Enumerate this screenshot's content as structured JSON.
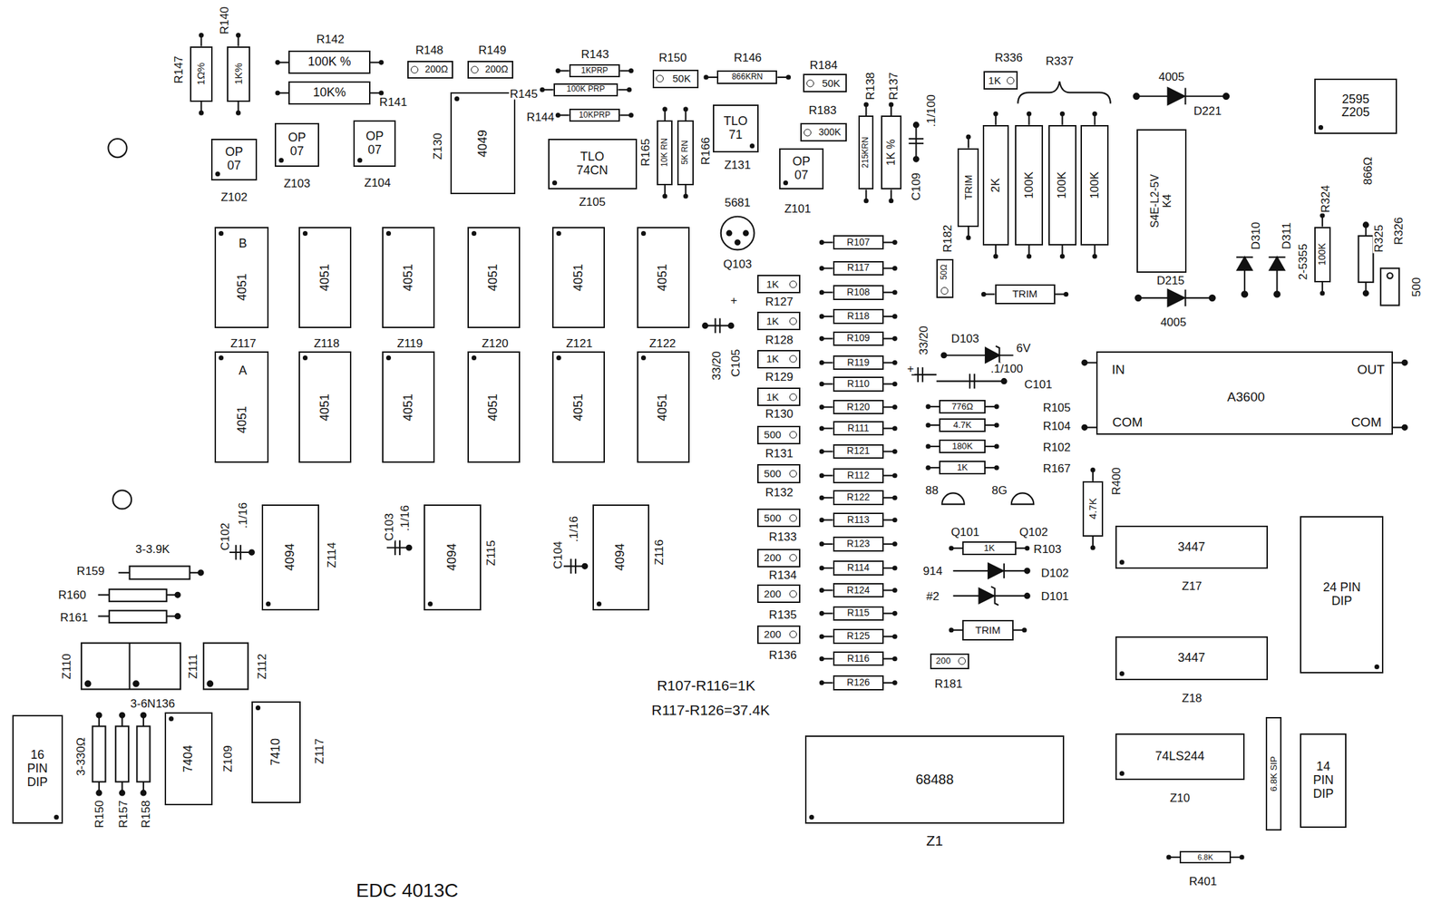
{
  "diagram": {
    "nodes": [
      {
        "text": [
          "1Ω%"
        ]
      },
      {
        "text": [
          "1K%"
        ]
      },
      {
        "text": [
          "100K %"
        ]
      },
      {
        "text": [
          "10K%"
        ]
      },
      {
        "text": [
          "200Ω"
        ]
      },
      {
        "text": [
          "200Ω"
        ]
      },
      {
        "text": [
          "1KPRP"
        ]
      },
      {
        "text": [
          "100K PRP"
        ]
      },
      {
        "text": [
          "10KPRP"
        ]
      },
      {
        "text": [
          "50K"
        ]
      },
      {
        "text": [
          "866KRN"
        ]
      },
      {
        "text": [
          "50K"
        ]
      },
      {
        "text": [
          "300K"
        ]
      },
      {
        "text": [
          "215KRN"
        ]
      },
      {
        "text": [
          "1K %"
        ]
      },
      {
        "text": [
          "1K"
        ]
      },
      {
        "text": [
          "TRIM"
        ]
      },
      {
        "text": [
          "2K"
        ]
      },
      {
        "text": [
          "100K"
        ]
      },
      {
        "text": [
          "100K"
        ]
      },
      {
        "text": [
          "100K"
        ]
      },
      {
        "text": [
          "S4E-L2-5V",
          "K4"
        ]
      },
      {
        "text": [
          "2595",
          "Z205"
        ]
      },
      {
        "text": [
          "100K"
        ]
      },
      {
        "text": [
          "OP 07"
        ]
      },
      {
        "text": [
          "OP 07"
        ]
      },
      {
        "text": [
          "OP 07"
        ]
      },
      {
        "text": [
          "4049"
        ]
      },
      {
        "text": [
          "TLO 74CN"
        ]
      },
      {
        "text": [
          "10K RN"
        ]
      },
      {
        "text": [
          "5K RN"
        ]
      },
      {
        "text": [
          "TLO 71"
        ]
      },
      {
        "text": [
          "OP 07"
        ]
      },
      {
        "text": [
          "B",
          "4051"
        ]
      },
      {
        "text": [
          "4051"
        ]
      },
      {
        "text": [
          "4051"
        ]
      },
      {
        "text": [
          "4051"
        ]
      },
      {
        "text": [
          "4051"
        ]
      },
      {
        "text": [
          "4051"
        ]
      },
      {
        "text": [
          "A",
          "4051"
        ]
      },
      {
        "text": [
          "4051"
        ]
      },
      {
        "text": [
          "4051"
        ]
      },
      {
        "text": [
          "4051"
        ]
      },
      {
        "text": [
          "4051"
        ]
      },
      {
        "text": [
          "4051"
        ]
      },
      {
        "text": [
          "4094"
        ]
      },
      {
        "text": [
          "4094"
        ]
      },
      {
        "text": [
          "4094"
        ]
      },
      {
        "text": [
          "16 PIN DIP"
        ]
      },
      {
        "text": [
          "7404"
        ]
      },
      {
        "text": [
          "7410"
        ]
      },
      {
        "text": [
          "R107"
        ]
      },
      {
        "text": [
          "R117"
        ]
      },
      {
        "text": [
          "R108"
        ]
      },
      {
        "text": [
          "R118"
        ]
      },
      {
        "text": [
          "R109"
        ]
      },
      {
        "text": [
          "R119"
        ]
      },
      {
        "text": [
          "R110"
        ]
      },
      {
        "text": [
          "R120"
        ]
      },
      {
        "text": [
          "R111"
        ]
      },
      {
        "text": [
          "R121"
        ]
      },
      {
        "text": [
          "R112"
        ]
      },
      {
        "text": [
          "R122"
        ]
      },
      {
        "text": [
          "R113"
        ]
      },
      {
        "text": [
          "R123"
        ]
      },
      {
        "text": [
          "R114"
        ]
      },
      {
        "text": [
          "R124"
        ]
      },
      {
        "text": [
          "R115"
        ]
      },
      {
        "text": [
          "R125"
        ]
      },
      {
        "text": [
          "R116"
        ]
      },
      {
        "text": [
          "R126"
        ]
      },
      {
        "text": [
          "1K"
        ]
      },
      {
        "text": [
          "1K"
        ]
      },
      {
        "text": [
          "1K"
        ]
      },
      {
        "text": [
          "1K"
        ]
      },
      {
        "text": [
          "500"
        ]
      },
      {
        "text": [
          "500"
        ]
      },
      {
        "text": [
          "500"
        ]
      },
      {
        "text": [
          "200"
        ]
      },
      {
        "text": [
          "200"
        ]
      },
      {
        "text": [
          "200"
        ]
      },
      {
        "text": [
          "776Ω"
        ]
      },
      {
        "text": [
          "4.7K"
        ]
      },
      {
        "text": [
          "180K"
        ]
      },
      {
        "text": [
          "1K"
        ]
      },
      {
        "text": [
          "50Ω"
        ]
      },
      {
        "text": [
          "TRIM"
        ]
      },
      {
        "text": [
          "1K"
        ]
      },
      {
        "text": [
          "TRIM"
        ]
      },
      {
        "text": [
          "200"
        ]
      },
      {
        "text": [
          "4.7K"
        ]
      },
      {
        "text": [
          "IN",
          "OUT",
          "A3600",
          "COM",
          "COM"
        ]
      },
      {
        "text": [
          "3447"
        ]
      },
      {
        "text": [
          "3447"
        ]
      },
      {
        "text": [
          "24 PIN DIP"
        ]
      },
      {
        "text": [
          "74LS244"
        ]
      },
      {
        "text": [
          "6.8K SIP"
        ]
      },
      {
        "text": [
          "14 PIN DIP"
        ]
      },
      {
        "text": [
          "6.8K"
        ]
      },
      {
        "text": [
          "68488"
        ]
      }
    ],
    "labels": [
      "R147",
      "R140",
      "R142",
      "R141",
      "R148",
      "R149",
      "R143",
      "R145",
      "R144",
      "R150",
      "R146",
      "R184",
      "R183",
      "R138",
      "R137",
      ".1/100",
      "C109",
      "R336",
      "R337",
      "4005",
      "D221",
      "R324",
      "866Ω",
      "R325",
      "R326",
      "500",
      "D310",
      "D311",
      "2-5355",
      "D215",
      "4005",
      "Z102",
      "Z103",
      "Z104",
      "Z130",
      "Z105",
      "R165",
      "R166",
      "Z131",
      "Z101",
      "5681",
      "Q103",
      "Z117",
      "Z118",
      "Z119",
      "Z120",
      "Z121",
      "Z122",
      "+",
      "33/20",
      "C105",
      "R127",
      "R128",
      "R129",
      "R130",
      "R131",
      "R132",
      "R133",
      "R134",
      "R135",
      "R136",
      "R182",
      "33/20",
      "+",
      "D103",
      "6V",
      ".1/100",
      "C101",
      "R105",
      "R104",
      "R102",
      "R167",
      "88",
      "8G",
      "Q101",
      "Q102",
      "R103",
      "914",
      "D102",
      "#2",
      "D101",
      "R181",
      "R400",
      "Z17",
      "Z18",
      "Z10",
      "R401",
      "C102",
      ".1/16",
      "Z114",
      "C103",
      ".1/16",
      "Z115",
      "C104",
      ".1/16",
      "Z116",
      "3-3.9K",
      "R159",
      "R160",
      "R161",
      "Z110",
      "Z111",
      "Z112",
      "3-6N136",
      "3-330Ω",
      "R150",
      "R157",
      "R158",
      "Z109",
      "Z117",
      "R107-R116=1K",
      "R117-R126=37.4K",
      "Z1",
      "EDC 4013C"
    ]
  }
}
